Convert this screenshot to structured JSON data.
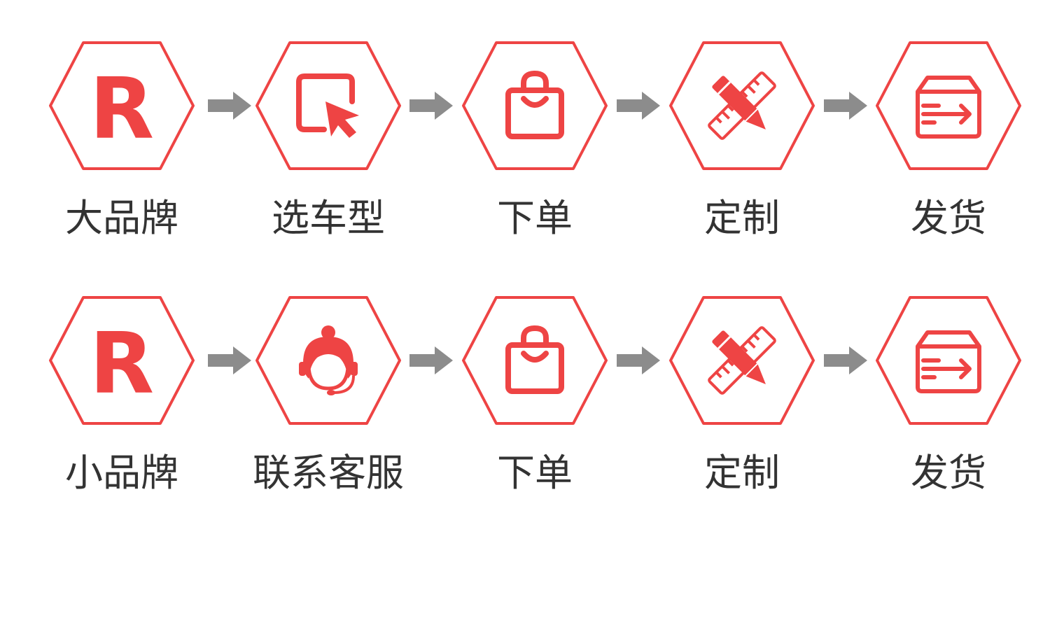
{
  "colors": {
    "accent": "#ee4444",
    "arrow": "#8c8c8c",
    "label": "#333333",
    "background": "#ffffff"
  },
  "flows": [
    {
      "steps": [
        {
          "icon": "r-letter-icon",
          "letter": "R",
          "label": "大品牌"
        },
        {
          "icon": "cursor-click-icon",
          "label": "选车型"
        },
        {
          "icon": "shopping-bag-icon",
          "label": "下单"
        },
        {
          "icon": "pencil-ruler-icon",
          "label": "定制"
        },
        {
          "icon": "delivery-box-icon",
          "label": "发货"
        }
      ]
    },
    {
      "steps": [
        {
          "icon": "r-letter-icon",
          "letter": "R",
          "label": "小品牌"
        },
        {
          "icon": "customer-service-icon",
          "label": "联系客服"
        },
        {
          "icon": "shopping-bag-icon",
          "label": "下单"
        },
        {
          "icon": "pencil-ruler-icon",
          "label": "定制"
        },
        {
          "icon": "delivery-box-icon",
          "label": "发货"
        }
      ]
    }
  ]
}
